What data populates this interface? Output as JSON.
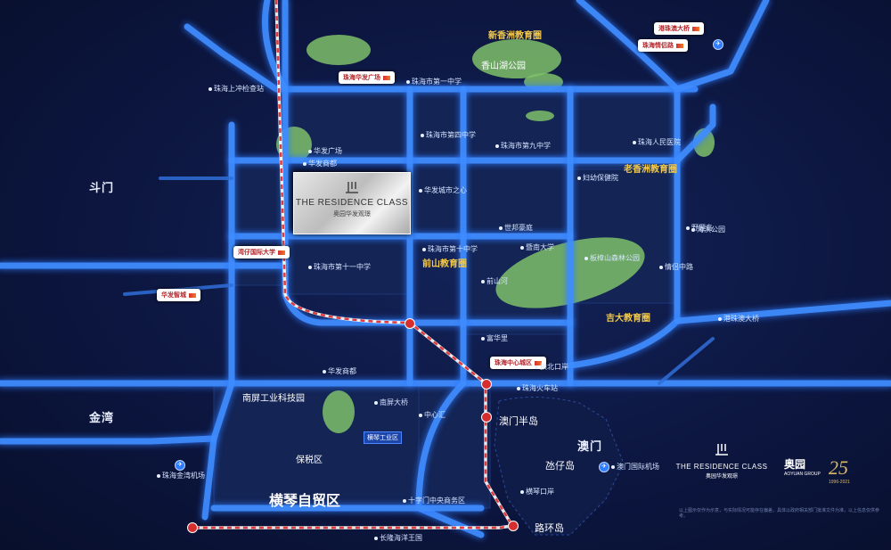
{
  "project": {
    "name": "THE RESIDENCE CLASS",
    "sub": "奥园华发观璟"
  },
  "brand": {
    "name": "THE RESIDENCE CLASS",
    "sub": "奥园华发观璟",
    "logo_ao": "奥园",
    "logo_ao_sub": "AOYUAN GROUP",
    "logo_25": "25",
    "logo_25_sub": "1996-2021"
  },
  "districts": {
    "doumen": "斗门",
    "jinwan": "金湾",
    "aomen": "澳门",
    "aomen_bandao": "澳门半岛",
    "dangzai": "氹仔岛",
    "luhuan": "路环岛",
    "baoshui": "保税区"
  },
  "zones": {
    "xinxiangzhou": "新香洲教育圈",
    "xiangshan_park": "香山湖公园",
    "laoxiangzhou": "老香洲教育圈",
    "qianshan": "前山教育圈",
    "jida": "吉大教育圈",
    "nanping": "南屏工业科技园",
    "hengqin": "横琴自贸区",
    "hengqin_industry": "横琴工业区"
  },
  "bubbles": {
    "huafa_guangchang": "珠海华发广场",
    "tanka": "珠海中心城区",
    "shijie": "湾仔国际大学",
    "top_right": "港珠澳大桥",
    "top_right2": "珠海情侣路",
    "left": "华发智城"
  },
  "labels": [
    {
      "t": "珠海市第一中学",
      "id": "l1"
    },
    {
      "t": "珠海市第十中学",
      "id": "l2"
    },
    {
      "t": "华发商都",
      "id": "l3"
    },
    {
      "t": "暨南大学",
      "id": "l4"
    },
    {
      "t": "世邦豪庭",
      "id": "l5"
    },
    {
      "t": "珠海人民医院",
      "id": "l6"
    },
    {
      "t": "板樟山森林公园",
      "id": "l7"
    },
    {
      "t": "情侣中路",
      "id": "l8"
    },
    {
      "t": "华发商都",
      "id": "l9"
    },
    {
      "t": "珠海市第四中学",
      "id": "l10"
    },
    {
      "t": "珠海市第九中学",
      "id": "l11"
    },
    {
      "t": "华发城市之心",
      "id": "l12"
    },
    {
      "t": "珠海市第十一中学",
      "id": "l13"
    },
    {
      "t": "妇幼保健院",
      "id": "l14"
    },
    {
      "t": "海滨公园",
      "id": "l15"
    },
    {
      "t": "澳门国际机场",
      "id": "l16"
    },
    {
      "t": "中心汇",
      "id": "l17"
    },
    {
      "t": "横琴口岸",
      "id": "l18"
    },
    {
      "t": "十字门中央商务区",
      "id": "l19"
    },
    {
      "t": "长隆海洋王国",
      "id": "l20"
    },
    {
      "t": "珠海金湾机场",
      "id": "l21"
    },
    {
      "t": "珠海火车站",
      "id": "l22"
    },
    {
      "t": "港珠澳大桥",
      "id": "l23"
    },
    {
      "t": "野狸岛",
      "id": "l24"
    },
    {
      "t": "华发广场",
      "id": "l25"
    },
    {
      "t": "珠海上冲检查站",
      "id": "l26"
    },
    {
      "t": "南屏大桥",
      "id": "l27"
    },
    {
      "t": "前山河",
      "id": "l28"
    },
    {
      "t": "拱北口岸",
      "id": "l29"
    },
    {
      "t": "富华里",
      "id": "l30"
    }
  ],
  "disclaimer": "以上图示仅作为示意，与实际情况可能存在偏差，具体以政府相关部门批准文件为准，以上信息仅供参考。"
}
